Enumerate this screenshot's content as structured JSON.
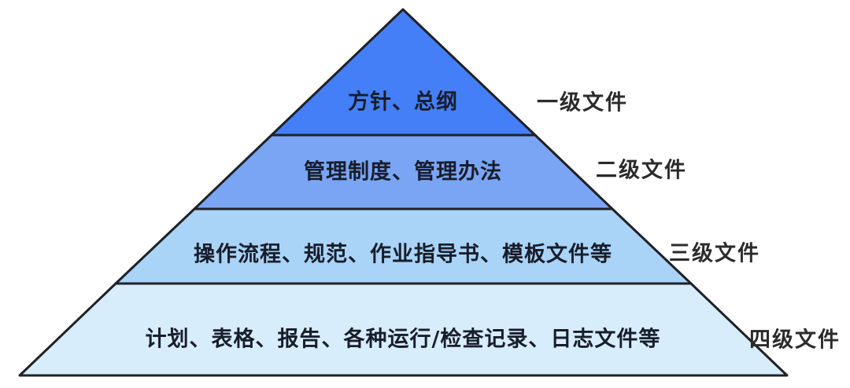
{
  "diagram": {
    "name": "document-hierarchy-pyramid",
    "background": "#ffffff",
    "outline_color": "#1f2126",
    "text_color": "#181d2b",
    "tiers": [
      {
        "level": 1,
        "content": "方针、总纲",
        "side_label": "一级文件",
        "color": "#447FF7"
      },
      {
        "level": 2,
        "content": "管理制度、管理办法",
        "side_label": "二级文件",
        "color": "#7AA5F5"
      },
      {
        "level": 3,
        "content": "操作流程、规范、作业指导书、模板文件等",
        "side_label": "三级文件",
        "color": "#A9D4F7"
      },
      {
        "level": 4,
        "content": "计划、表格、报告、各种运行/检查记录、日志文件等",
        "side_label": "四级文件",
        "color": "#D7EDFB"
      }
    ]
  }
}
